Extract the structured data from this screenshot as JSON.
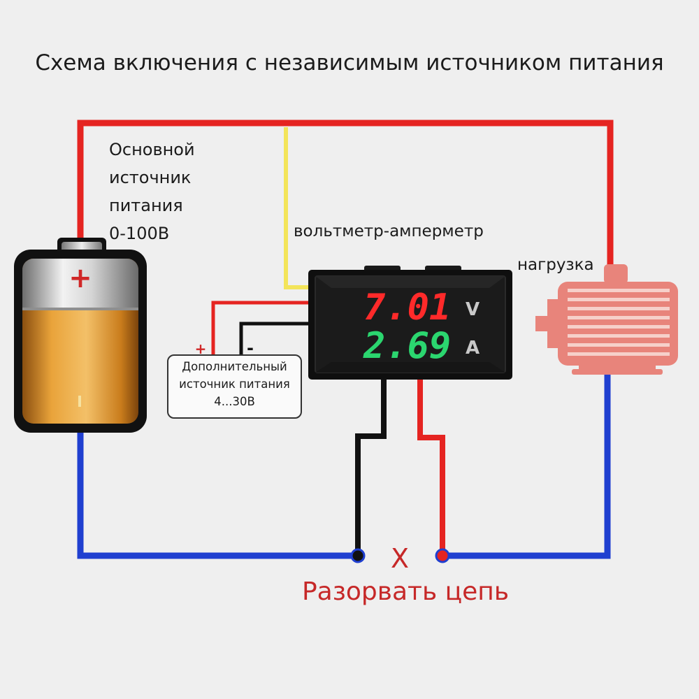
{
  "title": "Схема включения с независимым источником питания",
  "main_supply": {
    "lines": [
      "Основной",
      "источник",
      "питания",
      "0-100В"
    ],
    "plus_sign": "+"
  },
  "meter": {
    "label": "вольтметр-амперметр",
    "voltage": "7.01",
    "voltage_unit": "V",
    "current": "2.69",
    "current_unit": "A",
    "voltage_color": "#ff2a2a",
    "current_color": "#2bd66f"
  },
  "load": {
    "label": "нагрузка"
  },
  "aux_supply": {
    "lines": [
      "Дополнительный",
      "источник питания",
      "4...30В"
    ],
    "plus": "+",
    "minus": "-"
  },
  "break_point": {
    "mark": "X",
    "label": "Разорвать цепь"
  },
  "colors": {
    "wire_positive": "#e52421",
    "wire_negative": "#1f3fd0",
    "wire_signal": "#f3e45a",
    "wire_ground": "#111111",
    "motor": "#e8847b",
    "battery_body": "#e9a33a"
  }
}
